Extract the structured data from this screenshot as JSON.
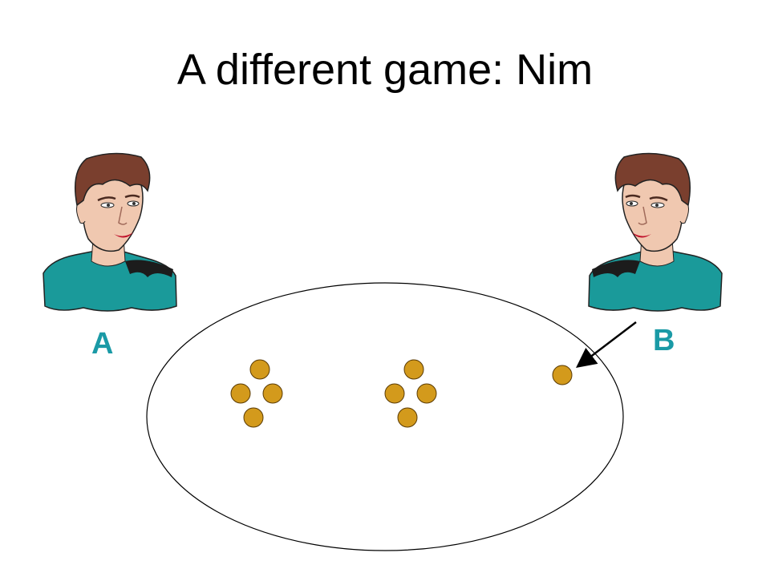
{
  "title": "A different game: Nim",
  "players": [
    {
      "id": "a",
      "label": "A"
    },
    {
      "id": "b",
      "label": "B"
    }
  ],
  "colors": {
    "label": "#1a9aa6",
    "token": "#d39a1c",
    "token_stroke": "#5a3b05",
    "shirt": "#1a9a9a",
    "hair": "#7a3f2e",
    "skin": "#f0c8b0"
  },
  "piles": [
    {
      "tokens": 4
    },
    {
      "tokens": 4
    },
    {
      "tokens": 1
    }
  ]
}
